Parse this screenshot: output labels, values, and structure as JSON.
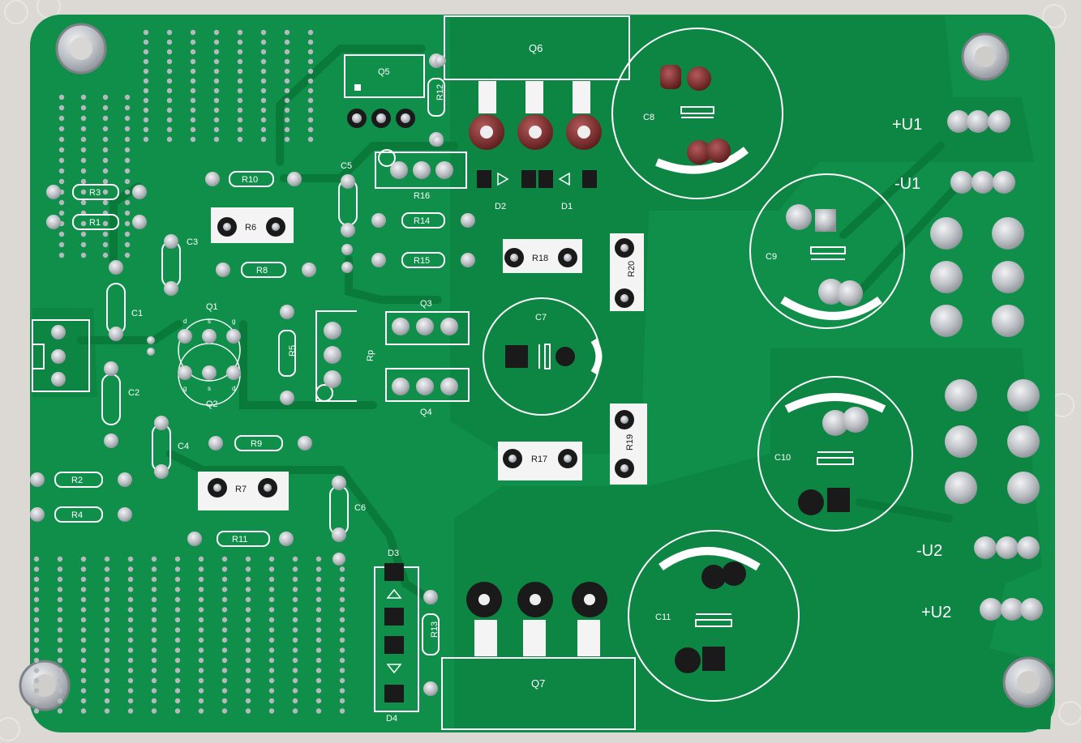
{
  "board": {
    "colors": {
      "background": "#d9d6d2",
      "soldermask": "#0f8f4a",
      "copper": "#0a7f3f",
      "silkscreen": "#ffffff",
      "pad_tin": "#c9ccd0",
      "pad_copper": "#7a2626"
    },
    "connector_labels": {
      "u1_plus": "+U1",
      "u1_minus": "-U1",
      "u2_minus": "-U2",
      "u2_plus": "+U2"
    },
    "components": {
      "q1": "Q1",
      "q2": "Q2",
      "q3": "Q3",
      "q4": "Q4",
      "q5": "Q5",
      "q6": "Q6",
      "q7": "Q7",
      "r1": "R1",
      "r2": "R2",
      "r3": "R3",
      "r4": "R4",
      "r5": "R5",
      "r6": "R6",
      "r7": "R7",
      "r8": "R8",
      "r9": "R9",
      "r10": "R10",
      "r11": "R11",
      "r12": "R12",
      "r13": "R13",
      "r14": "R14",
      "r15": "R15",
      "r16": "R16",
      "r17": "R17",
      "r18": "R18",
      "r19": "R19",
      "r20": "R20",
      "rp": "Rp",
      "c1": "C1",
      "c2": "C2",
      "c3": "C3",
      "c4": "C4",
      "c5": "C5",
      "c6": "C6",
      "c7": "C7",
      "c8": "C8",
      "c9": "C9",
      "c10": "C10",
      "c11": "C11",
      "d1": "D1",
      "d2": "D2",
      "d3": "D3",
      "d4": "D4"
    },
    "pin_marks": {
      "s": "s",
      "d": "d",
      "g": "g"
    }
  }
}
